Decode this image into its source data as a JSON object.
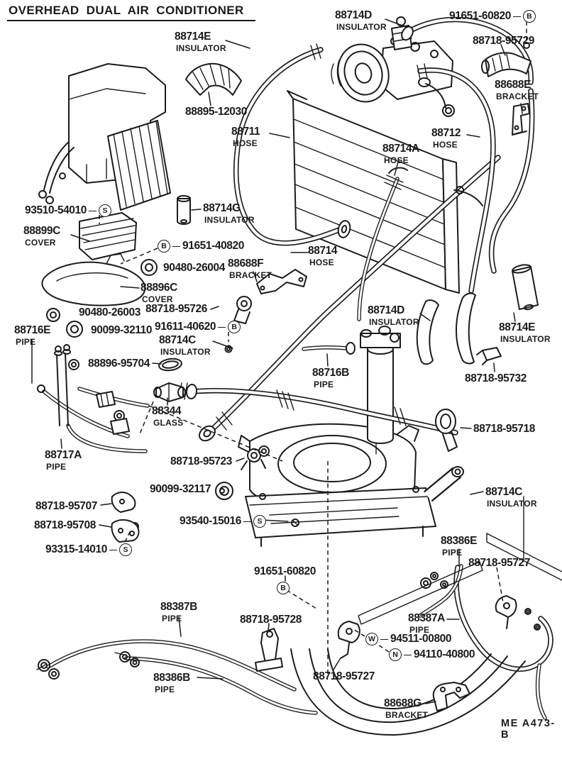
{
  "title": "OVERHEAD DUAL AIR CONDITIONER",
  "drawing_code": "ME A473-B",
  "colors": {
    "ink": "#1b1b1b",
    "paper": "#ffffff"
  },
  "floating_marker": {
    "letter": "B"
  },
  "labels": [
    {
      "part": "88714E",
      "desc": "INSULATOR"
    },
    {
      "part": "88714D",
      "desc": "INSULATOR"
    },
    {
      "part": "91651-60820",
      "marker": "B"
    },
    {
      "part": "88718-95729"
    },
    {
      "part": "88688E",
      "desc": "BRACKET"
    },
    {
      "part": "88895-12030"
    },
    {
      "part": "88711",
      "desc": "HOSE"
    },
    {
      "part": "88712",
      "desc": "HOSE"
    },
    {
      "part": "88714A",
      "desc": "HOSE"
    },
    {
      "part": "93510-54010",
      "marker": "S"
    },
    {
      "part": "88714G",
      "desc": "INSULATOR"
    },
    {
      "part": "88899C",
      "desc": "COVER"
    },
    {
      "part": "91651-40820",
      "marker": "B"
    },
    {
      "part": "90480-26004"
    },
    {
      "part": "88714",
      "desc": "HOSE"
    },
    {
      "part": "88688F",
      "desc": "BRACKET"
    },
    {
      "part": "88896C",
      "desc": "COVER"
    },
    {
      "part": "90480-26003"
    },
    {
      "part": "88718-95726"
    },
    {
      "part": "90099-32110"
    },
    {
      "part": "91611-40620",
      "marker": "B"
    },
    {
      "part": "88716E",
      "desc": "PIPE"
    },
    {
      "part": "88714C",
      "desc": "INSULATOR"
    },
    {
      "part": "88714D",
      "desc": "INSULATOR"
    },
    {
      "part": "88714E",
      "desc": "INSULATOR"
    },
    {
      "part": "88896-95704"
    },
    {
      "part": "88716B",
      "desc": "PIPE"
    },
    {
      "part": "88718-95732"
    },
    {
      "part": "88344",
      "desc": "GLASS"
    },
    {
      "part": "88718-95718"
    },
    {
      "part": "88717A",
      "desc": "PIPE"
    },
    {
      "part": "88718-95723"
    },
    {
      "part": "90099-32117"
    },
    {
      "part": "88714C",
      "desc": "INSULATOR"
    },
    {
      "part": "88718-95707"
    },
    {
      "part": "93540-15016",
      "marker": "S"
    },
    {
      "part": "88718-95708"
    },
    {
      "part": "93315-14010",
      "marker": "S"
    },
    {
      "part": "88386E",
      "desc": "PIPE"
    },
    {
      "part": "88718-95727"
    },
    {
      "part": "91651-60820"
    },
    {
      "part": "88387B",
      "desc": "PIPE"
    },
    {
      "part": "88718-95728"
    },
    {
      "part": "88387A",
      "desc": "PIPE"
    },
    {
      "part": "94511-00800",
      "marker": "W"
    },
    {
      "part": "94110-40800",
      "marker": "N"
    },
    {
      "part": "88718-95727"
    },
    {
      "part": "88386B",
      "desc": "PIPE"
    },
    {
      "part": "88688G",
      "desc": "BRACKET"
    }
  ]
}
